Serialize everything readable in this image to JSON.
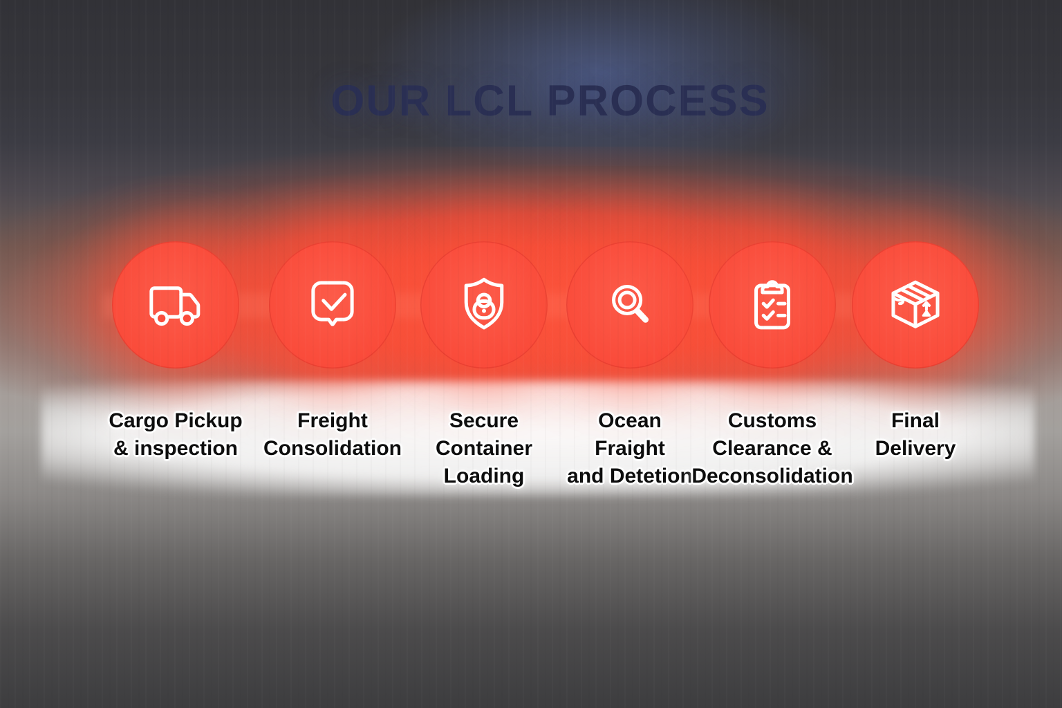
{
  "title": "OUR LCL PROCESS",
  "colors": {
    "accent_red": "#fa4c3b",
    "title_navy": "#2a2f53",
    "bg_dark_top": "#333338",
    "bg_dark_bottom": "#3d3d3f",
    "label_text": "#0d0d0d",
    "icon_stroke": "#ffffff"
  },
  "steps": [
    {
      "icon": "truck-icon",
      "label_lines": [
        "Cargo Pickup",
        "& inspection"
      ]
    },
    {
      "icon": "checkmark-bubble-icon",
      "label_lines": [
        "Freight",
        "Consolidation"
      ]
    },
    {
      "icon": "shield-lock-icon",
      "label_lines": [
        "Secure",
        "Container",
        "Loading"
      ]
    },
    {
      "icon": "magnifier-icon",
      "label_lines": [
        "Ocean",
        "Fraight",
        "and Detetion"
      ]
    },
    {
      "icon": "clipboard-checklist-icon",
      "label_lines": [
        "Customs",
        "Clearance &",
        "Deconsolidation"
      ]
    },
    {
      "icon": "package-box-icon",
      "label_lines": [
        "Final",
        "Delivery"
      ]
    }
  ]
}
